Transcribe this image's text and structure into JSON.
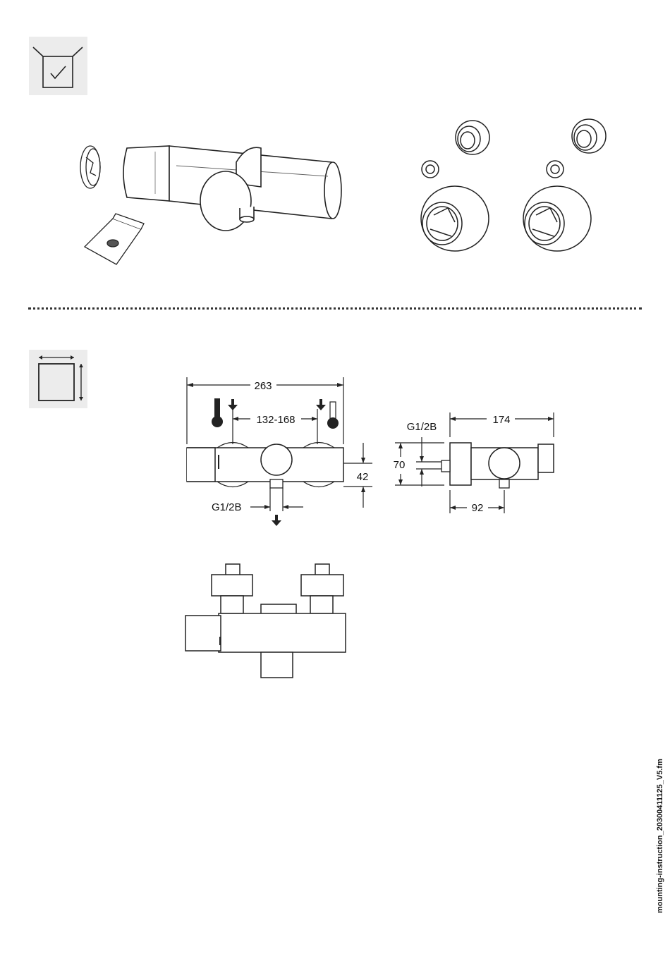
{
  "icons": {
    "scope_icon": "box-checkmark-icon",
    "dimensions_icon": "dimensions-icon"
  },
  "dimensions": {
    "total_width": "263",
    "inlet_spacing": "132-168",
    "outlet_thread": "G1/2B",
    "height_offset": "42",
    "side_thread": "G1/2B",
    "depth": "174",
    "body_height": "70",
    "wall_to_outlet": "92"
  },
  "footer": {
    "filename": "mounting-instruction_20300411125_V5.fm"
  }
}
